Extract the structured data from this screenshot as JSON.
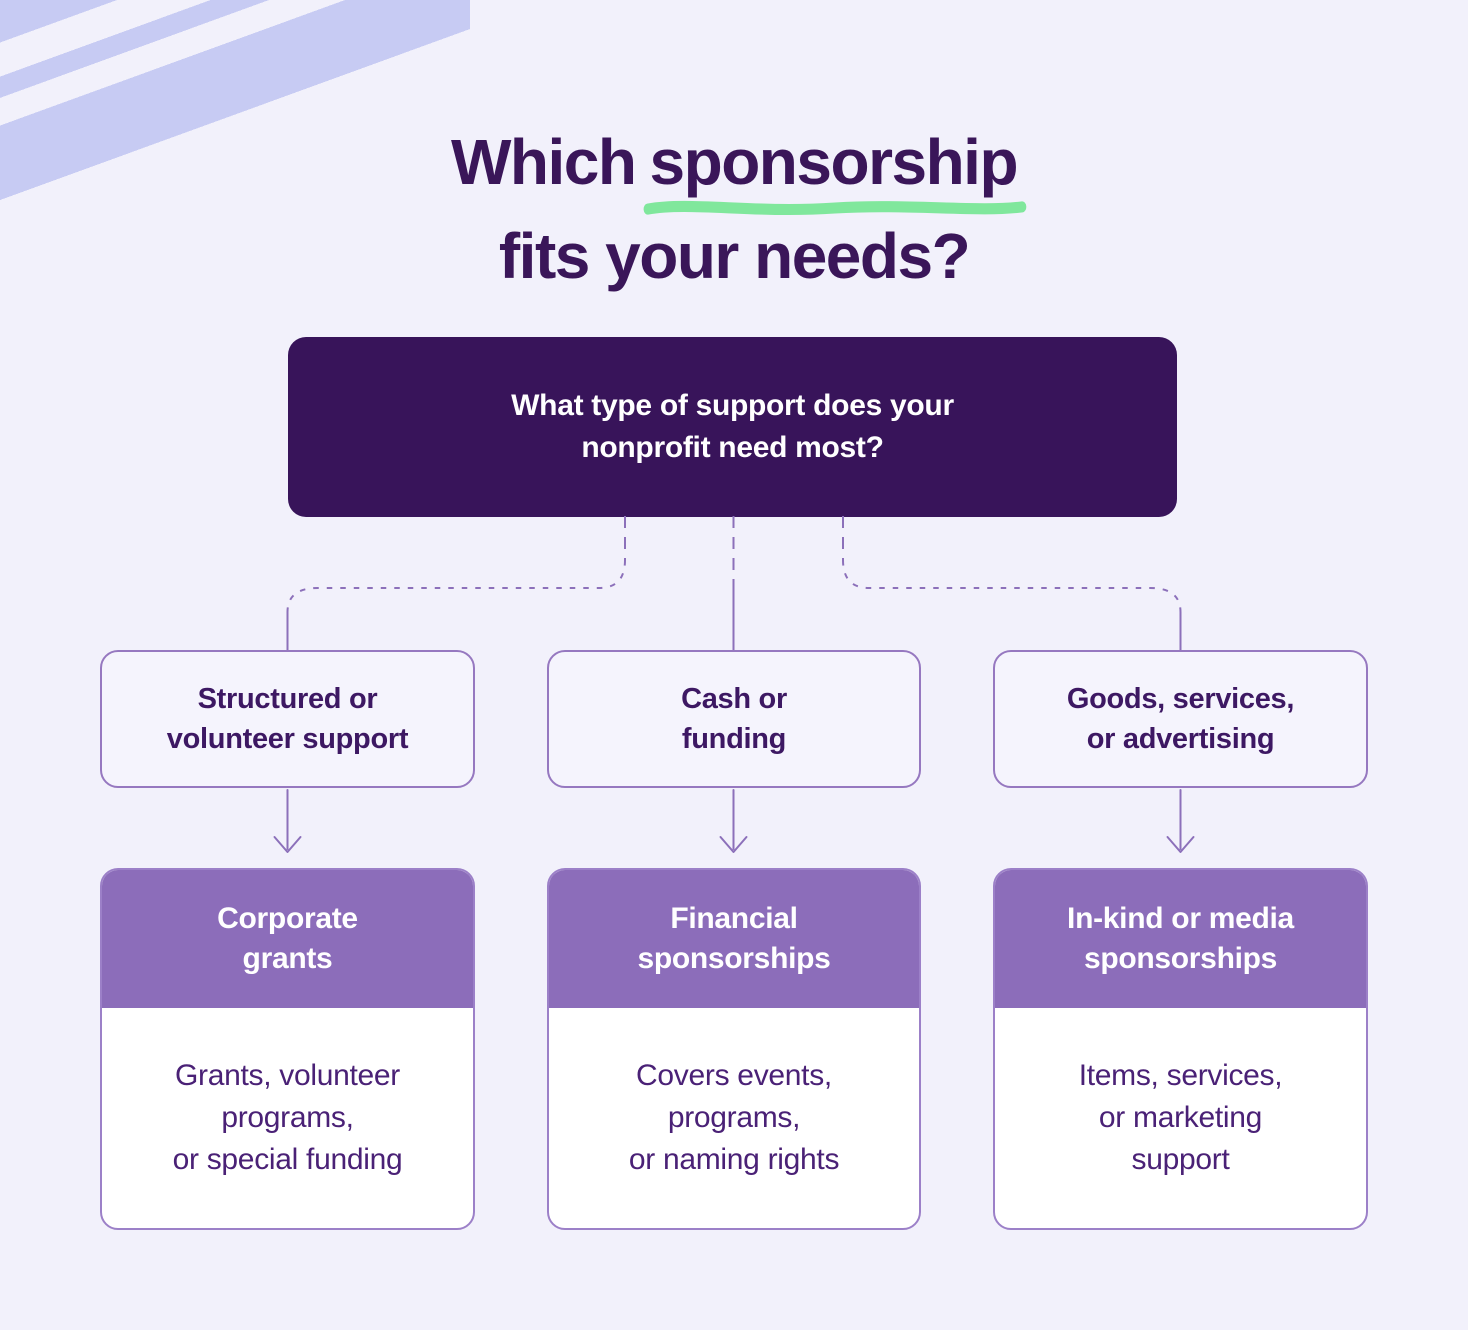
{
  "colors": {
    "background": "#F2F1FB",
    "corner_stripes": "#C7CBF3",
    "title_text": "#3A1659",
    "highlight_underline": "#80E79C",
    "root_box_bg": "#38145A",
    "root_box_text": "#FFFFFF",
    "connector_line": "#8C70BA",
    "need_box_border": "#9678C0",
    "need_box_text": "#3D1863",
    "card_header_bg": "#8C6DBA",
    "card_header_text": "#FFFFFF",
    "card_body_bg": "#FFFFFF",
    "card_body_text": "#4A2176"
  },
  "title": {
    "line1_prefix": "Which",
    "line1_highlight": "sponsorship",
    "line2": "fits your needs?"
  },
  "root_question": {
    "line1": "What type of support does your",
    "line2": "nonprofit need most?"
  },
  "branches": [
    {
      "need": {
        "line1": "Structured or",
        "line2": "volunteer support"
      },
      "card": {
        "title": {
          "line1": "Corporate",
          "line2": "grants"
        },
        "detail": {
          "line1": "Grants, volunteer",
          "line2": "programs,",
          "line3": "or special funding"
        }
      }
    },
    {
      "need": {
        "line1": "Cash or",
        "line2": "funding"
      },
      "card": {
        "title": {
          "line1": "Financial",
          "line2": "sponsorships"
        },
        "detail": {
          "line1": "Covers events,",
          "line2": "programs,",
          "line3": "or naming rights"
        }
      }
    },
    {
      "need": {
        "line1": "Goods, services,",
        "line2": "or advertising"
      },
      "card": {
        "title": {
          "line1": "In-kind or media",
          "line2": "sponsorships"
        },
        "detail": {
          "line1": "Items, services,",
          "line2": "or marketing",
          "line3": "support"
        }
      }
    }
  ]
}
